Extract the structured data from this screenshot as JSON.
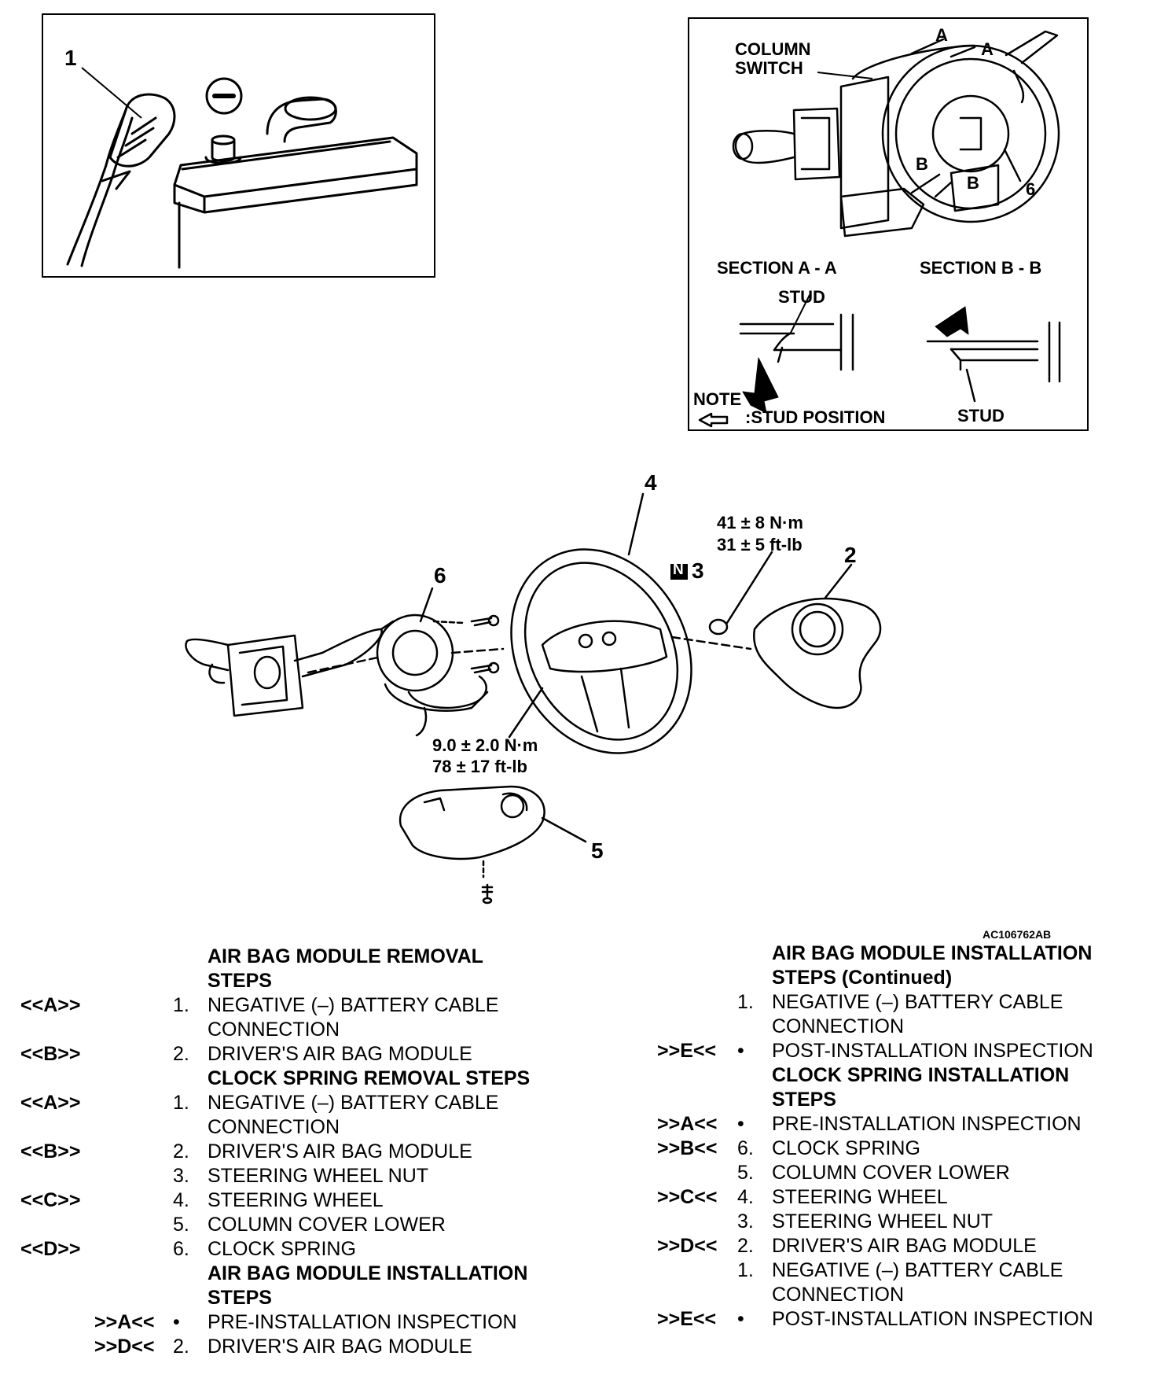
{
  "figure": {
    "code": "AC106762AB",
    "battery_inset": {
      "callout": "1"
    },
    "column_switch_inset": {
      "column_switch": "COLUMN",
      "column_switch_2": "SWITCH",
      "section_a_marker": "A",
      "section_b_marker": "B",
      "callout_6": "6",
      "section_aa": "SECTION A - A",
      "section_bb": "SECTION B - B",
      "stud_top": "STUD",
      "stud_bottom": "STUD",
      "note": "NOTE",
      "note_symbol": "⇦",
      "stud_position": ":STUD POSITION"
    },
    "main": {
      "callout_2": "2",
      "callout_3": "3",
      "n_badge": "N",
      "callout_4": "4",
      "callout_5": "5",
      "callout_6": "6",
      "torque_nut_nm": "41 ± 8 N·m",
      "torque_nut_ftlb": "31 ± 5 ft-lb",
      "torque_screw_nm": "9.0 ± 2.0 N·m",
      "torque_screw_ftlb": "78 ± 17 ft-lb"
    }
  },
  "left_column": [
    {
      "heading": "AIR BAG MODULE REMOVAL"
    },
    {
      "heading": "STEPS"
    },
    {
      "code": "<<A>>",
      "num": "1.",
      "text": "NEGATIVE (–) BATTERY CABLE"
    },
    {
      "text": "CONNECTION"
    },
    {
      "code": "<<B>>",
      "num": "2.",
      "text": "DRIVER'S AIR BAG MODULE"
    },
    {
      "heading": "CLOCK SPRING REMOVAL STEPS"
    },
    {
      "code": "<<A>>",
      "num": "1.",
      "text": "NEGATIVE (–) BATTERY CABLE"
    },
    {
      "text": "CONNECTION"
    },
    {
      "code": "<<B>>",
      "num": "2.",
      "text": "DRIVER'S AIR BAG MODULE"
    },
    {
      "num": "3.",
      "text": "STEERING WHEEL NUT"
    },
    {
      "code": "<<C>>",
      "num": "4.",
      "text": "STEERING WHEEL"
    },
    {
      "num": "5.",
      "text": "COLUMN COVER LOWER"
    },
    {
      "code": "<<D>>",
      "num": "6.",
      "text": "CLOCK SPRING"
    },
    {
      "heading": "AIR BAG MODULE INSTALLATION"
    },
    {
      "heading": "STEPS"
    },
    {
      "code2": ">>A<<",
      "num": "•",
      "text": "PRE-INSTALLATION INSPECTION"
    },
    {
      "code2": ">>D<<",
      "num": "2.",
      "text": "DRIVER'S AIR BAG MODULE"
    }
  ],
  "right_column": [
    {
      "heading": "AIR BAG MODULE INSTALLATION"
    },
    {
      "heading": "STEPS (Continued)"
    },
    {
      "num": "1.",
      "text": "NEGATIVE (–) BATTERY CABLE"
    },
    {
      "text": "CONNECTION"
    },
    {
      "code": ">>E<<",
      "num": "•",
      "text": "POST-INSTALLATION INSPECTION"
    },
    {
      "heading": "CLOCK SPRING INSTALLATION"
    },
    {
      "heading": "STEPS"
    },
    {
      "code": ">>A<<",
      "num": "•",
      "text": "PRE-INSTALLATION INSPECTION"
    },
    {
      "code": ">>B<<",
      "num": "6.",
      "text": "CLOCK SPRING"
    },
    {
      "num": "5.",
      "text": "COLUMN COVER LOWER"
    },
    {
      "code": ">>C<<",
      "num": "4.",
      "text": "STEERING WHEEL"
    },
    {
      "num": "3.",
      "text": "STEERING WHEEL NUT"
    },
    {
      "code": ">>D<<",
      "num": "2.",
      "text": "DRIVER'S AIR BAG MODULE"
    },
    {
      "num": "1.",
      "text": "NEGATIVE (–) BATTERY CABLE"
    },
    {
      "text": "CONNECTION"
    },
    {
      "code": ">>E<<",
      "num": "•",
      "text": "POST-INSTALLATION INSPECTION"
    }
  ]
}
